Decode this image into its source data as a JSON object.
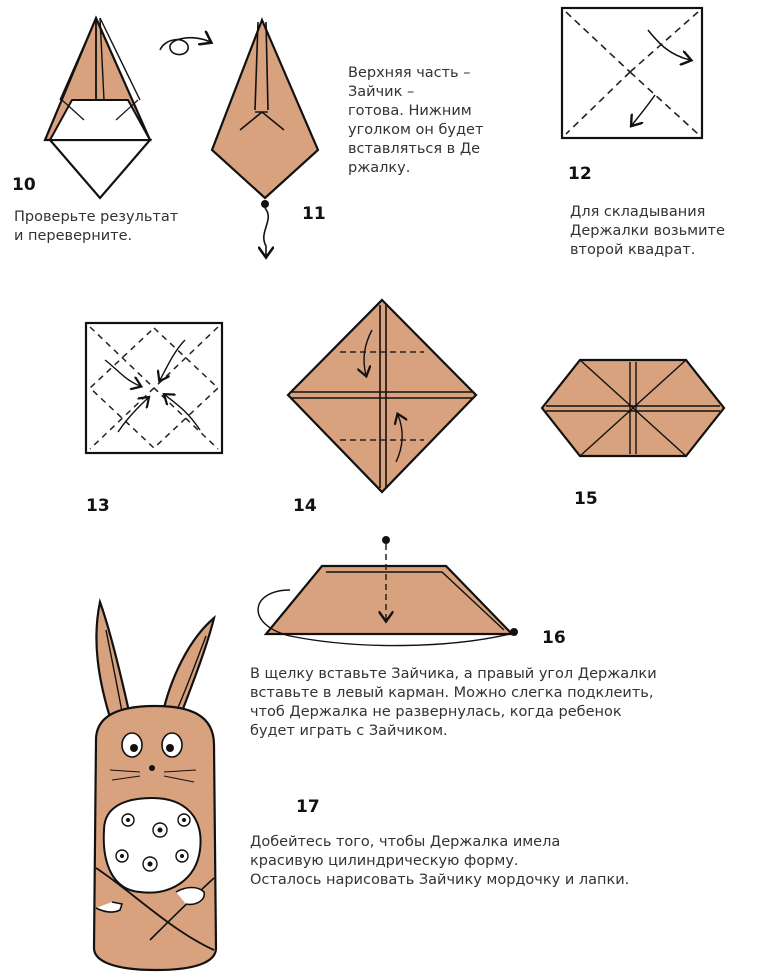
{
  "colors": {
    "paper": "#d9a27e",
    "line": "#111111",
    "dash": "#222222"
  },
  "steps": {
    "s10": {
      "number": "10",
      "caption": "Проверьте результат\nи переверните."
    },
    "s11": {
      "number": "11",
      "caption": "Верхняя часть –\nЗайчик –\nготова. Нижним\nуголком он будет\nвставляться в Де\nржалку."
    },
    "s12": {
      "number": "12",
      "caption": "Для складывания\nДержалки возьмите\nвторой квадрат."
    },
    "s13": {
      "number": "13"
    },
    "s14": {
      "number": "14"
    },
    "s15": {
      "number": "15"
    },
    "s16": {
      "number": "16",
      "caption": "В щелку вставьте Зайчика, а правый угол Держалки\nвставьте в левый карман. Можно слегка подклеить,\nчтоб Держалка не развернулась, когда ребенок\nбудет играть с Зайчиком."
    },
    "s17": {
      "number": "17",
      "caption": "Добейтесь того, чтобы Держалка имела\nкрасивую цилиндрическую форму.\nОсталось нарисовать Зайчику мордочку и лапки."
    }
  }
}
